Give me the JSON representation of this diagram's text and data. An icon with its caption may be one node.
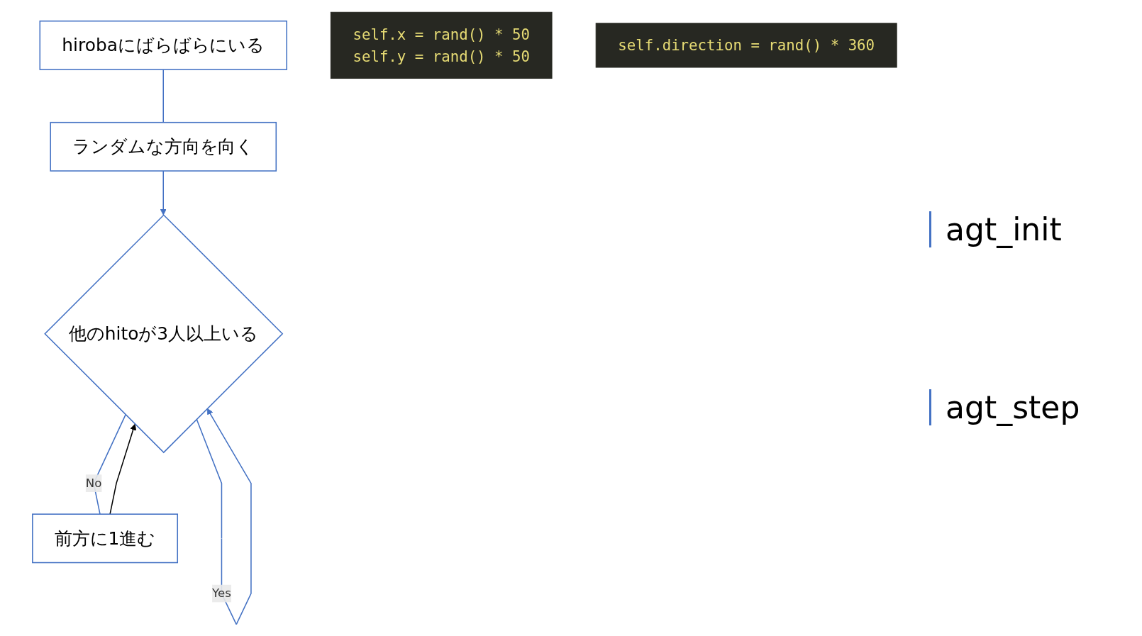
{
  "diagram": {
    "nodes": [
      {
        "text": [
          "hirobaにばらばらにいる"
        ]
      },
      {
        "text": [
          "ランダムな方向を向く"
        ]
      },
      {
        "text": [
          "他のhitoが3人以上いる"
        ]
      },
      {
        "text": [
          "前方に1進む"
        ]
      },
      {
        "text": [
          "self.x = rand() * 50",
          "self.y = rand() * 50"
        ]
      },
      {
        "text": [
          "self.direction = rand() * 360"
        ]
      }
    ],
    "edges": [
      {
        "from": 0,
        "to": 1,
        "arrow": "none"
      },
      {
        "from": 1,
        "to": 2,
        "arrow": "to"
      },
      {
        "from": 2,
        "to": 3,
        "label": "No",
        "arrow": "none"
      },
      {
        "from": 2,
        "to": 2,
        "label": "Yes",
        "arrow": "to"
      },
      {
        "from": 3,
        "to": 2,
        "arrow": "to",
        "color": "#000000"
      }
    ],
    "labels": [
      "agt_init",
      "agt_step"
    ]
  }
}
